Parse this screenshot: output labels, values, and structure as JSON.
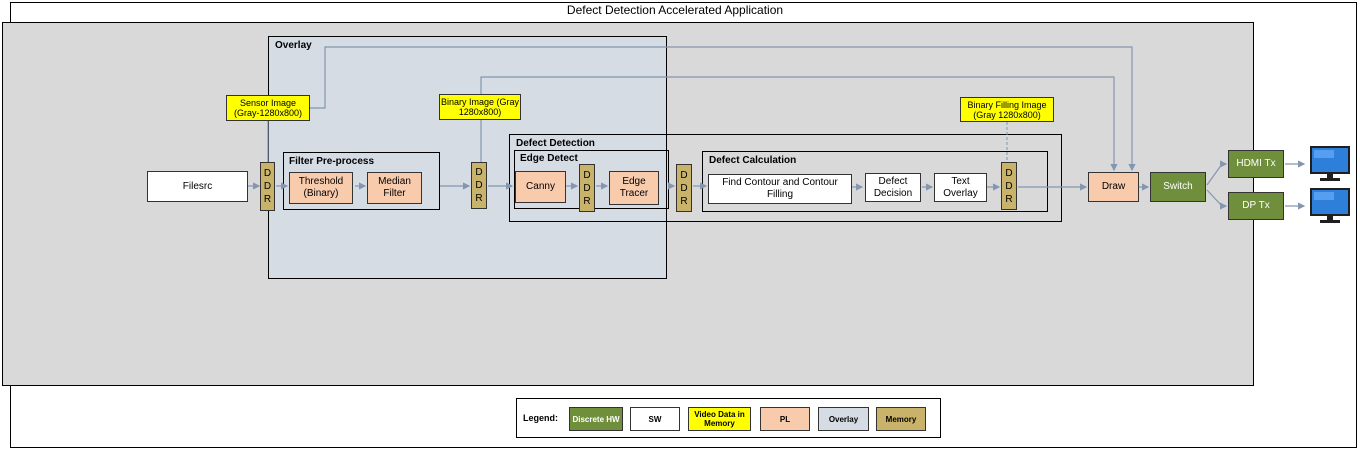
{
  "title": "Defect Detection Accelerated Application",
  "groups": {
    "overlay": "Overlay",
    "filter_preprocess": "Filter Pre-process",
    "defect_detection": "Defect Detection",
    "edge_detect": "Edge Detect",
    "defect_calculation": "Defect Calculation"
  },
  "blocks": {
    "filesrc": "Filesrc",
    "threshold": "Threshold (Binary)",
    "median_filter": "Median Filter",
    "canny": "Canny",
    "edge_tracer": "Edge Tracer",
    "find_contour": "Find Contour and Contour Filling",
    "defect_decision": "Defect Decision",
    "text_overlay": "Text Overlay",
    "draw": "Draw",
    "switch": "Switch",
    "hdmi_tx": "HDMI Tx",
    "dp_tx": "DP Tx"
  },
  "ddr_label": [
    "D",
    "D",
    "R"
  ],
  "video_labels": {
    "sensor_image": "Sensor Image (Gray-1280x800)",
    "binary_image": "Binary Image (Gray 1280x800)",
    "binary_filling_image": "Binary Filling Image (Gray 1280x800)"
  },
  "legend": {
    "title": "Legend:",
    "items": [
      "Discrete HW",
      "SW",
      "Video Data in Memory",
      "PL",
      "Overlay",
      "Memory"
    ]
  },
  "colors": {
    "background_area": "#d9d9d9",
    "overlay": "#d6dce4",
    "discrete_hw": "#6f8f3c",
    "sw": "#ffffff",
    "video_data": "#ffff00",
    "pl": "#f8cbad",
    "memory": "#c9b36b",
    "wire": "#8496b0"
  },
  "icons": [
    "monitor-icon",
    "monitor-icon"
  ]
}
